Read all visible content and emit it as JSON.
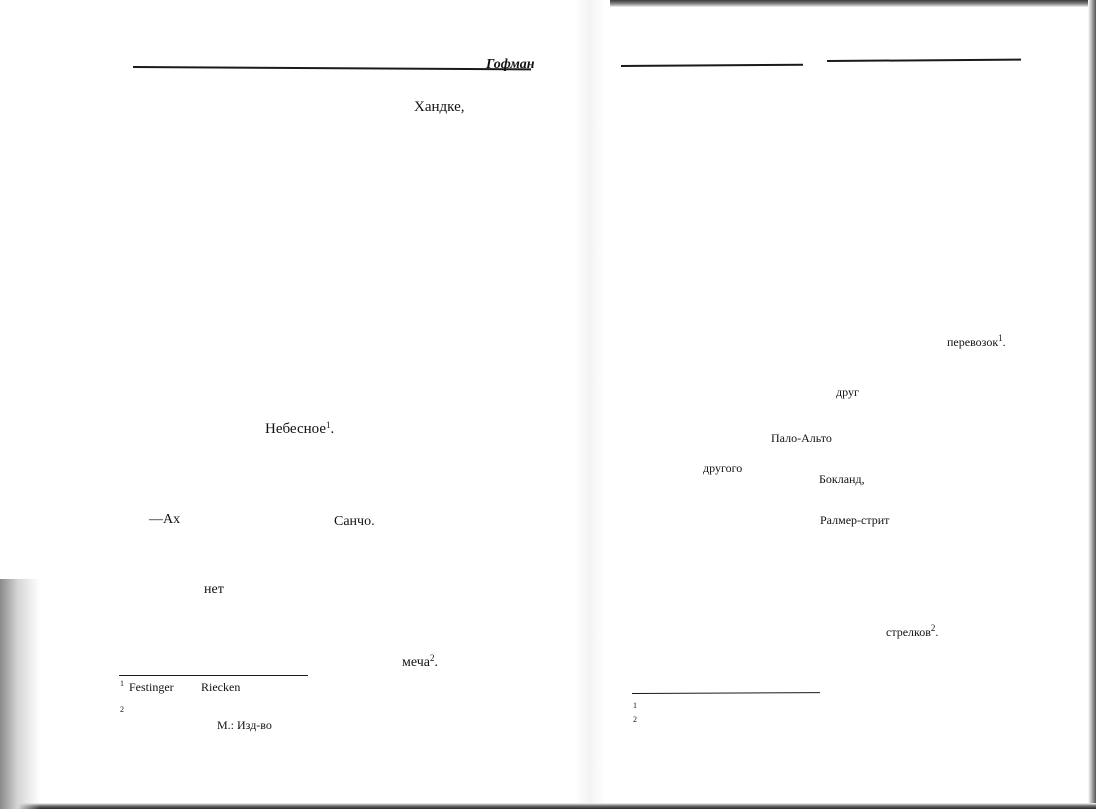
{
  "left_page": {
    "running_head": "Гофман",
    "words": {
      "handke": "Хандке,",
      "nebesnoe": "Небесное",
      "nebesnoe_note": "1",
      "nebesnoe_punct": ".",
      "ah": "—Ах",
      "sancho": "Санчо.",
      "net": "нет",
      "mecha": "меча",
      "mecha_note": "2",
      "mecha_punct": "."
    },
    "footnotes": {
      "fn1_marker": "1",
      "fn1_word1": "Festinger",
      "fn1_word2": "Riecken",
      "fn2_marker": "2",
      "fn2_words": "М.: Изд-во"
    }
  },
  "right_page": {
    "words": {
      "perevozok": "перевозок",
      "perevozok_note": "1",
      "perevozok_punct": ".",
      "drug": "друг",
      "palo_alto": "Пало-Альто",
      "drugogo": "другого",
      "bokland": "Бокланд,",
      "ralmer": "Ралмер-стрит",
      "strelkov": "стрелков",
      "strelkov_note": "2",
      "strelkov_punct": "."
    },
    "footnotes": {
      "fn1_marker": "1",
      "fn2_marker": "2"
    }
  }
}
